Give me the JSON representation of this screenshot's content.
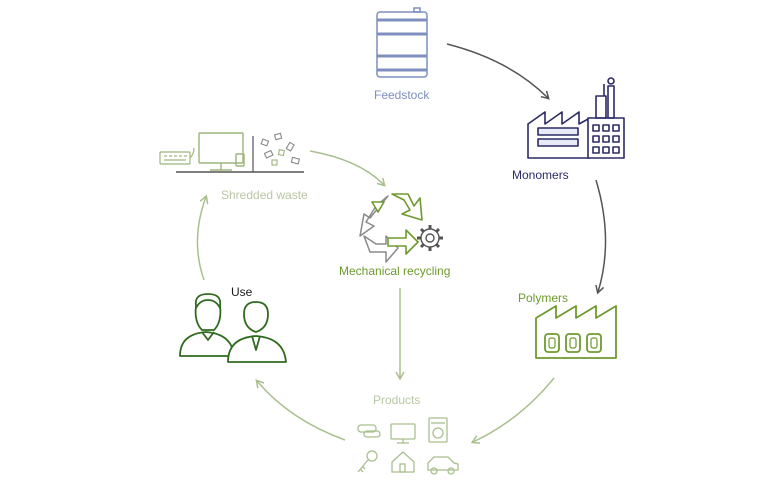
{
  "labels": {
    "feedstock": "Feedstock",
    "monomers": "Monomers",
    "polymers": "Polymers",
    "products": "Products",
    "mechanical_recycling": "Mechanical recycling",
    "shredded_waste": "Shredded waste",
    "use": "Use"
  },
  "colors": {
    "background": "#ffffff",
    "feedstock": "#7d8fbe",
    "monomers": "#2b2b66",
    "polymers": "#6e9a2e",
    "products": "#b7c7a4",
    "mechanical": "#6e9a2e",
    "use": "#2f6b1f",
    "arrow_dark": "#555555",
    "arrow_light": "#b7c7a4",
    "arrow_mid": "#9cb57c"
  },
  "icons": [
    "barrel-icon",
    "factory-icon",
    "polymer-factory-icon",
    "recycling-icon",
    "gear-icon",
    "keyboard-icon",
    "monitor-icon",
    "shredded-pieces-icon",
    "people-icon",
    "products-icons"
  ]
}
